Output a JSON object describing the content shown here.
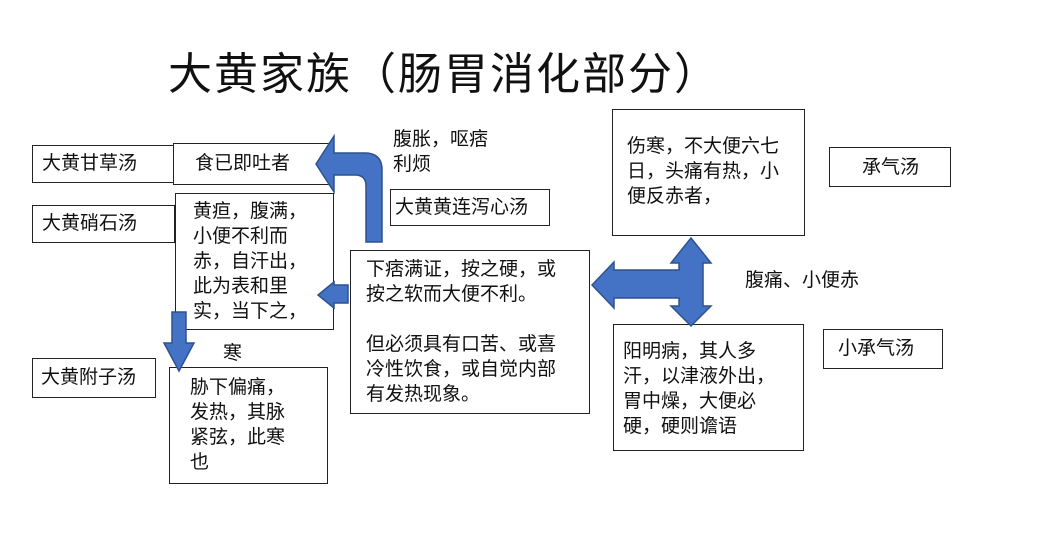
{
  "title": "大黄家族（肠胃消化部分）",
  "colors": {
    "arrow_fill": "#4472C4",
    "arrow_stroke": "#2F528F",
    "box_border": "#222222"
  },
  "boxes": {
    "dahuang_gancao": "大黄甘草汤",
    "shi_yi_ji_tu": "食已即吐者",
    "dahuang_xiaoshi": "大黄硝石汤",
    "huangdan": "黄疸，腹满，\n小便不利而\n赤，自汗出，\n此为表和里\n实，当下之，",
    "dahuang_huanglian": "大黄黄连泻心汤",
    "center": "下痞满证，按之硬，或\n按之软而大便不利。\n\n但必须具有口苦、或喜\n冷性饮食，或自觉内部\n有发热现象。",
    "dahuang_fuzi": "大黄附子汤",
    "xiexia": "胁下偏痛，\n发热，其脉\n紧弦，此寒\n也",
    "shanghan": "伤寒，不大便六七\n日，头痛有热，小\n便反赤者，",
    "chengqi": "承气汤",
    "yangming": "阳明病，其人多\n汗，以津液外出，\n胃中燥，大便必\n硬，硬则谵语",
    "xiao_chengqi": "小承气汤"
  },
  "labels": {
    "fuzhang": "腹胀，呕痞\n利烦",
    "han": "寒",
    "futong": "腹痛、小便赤"
  },
  "icons": {
    "arrows": [
      "bent-arrow-up-left",
      "arrow-left",
      "arrow-down",
      "double-arrow-left-up-down"
    ]
  }
}
